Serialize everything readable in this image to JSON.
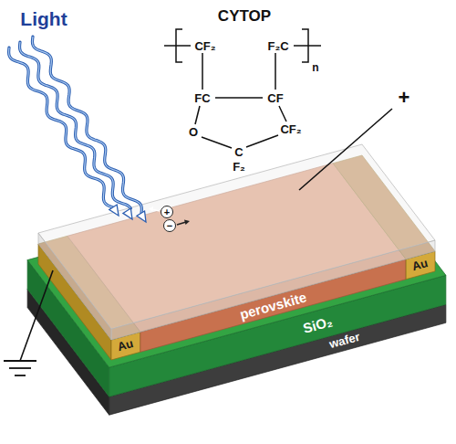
{
  "diagram": {
    "nodes": [
      {
        "text": [
          "Au"
        ]
      },
      {
        "text": [
          "perovskite"
        ]
      },
      {
        "text": [
          "Au"
        ]
      },
      {
        "text": [
          "SiO₂"
        ]
      },
      {
        "text": [
          "wafer"
        ]
      }
    ],
    "labels": [
      "Light",
      "CYTOP",
      "CF₂",
      "F₂C",
      "FC",
      "CF",
      "O",
      "CF₂",
      "C",
      "F₂",
      "n",
      "+",
      "+",
      "−"
    ]
  }
}
